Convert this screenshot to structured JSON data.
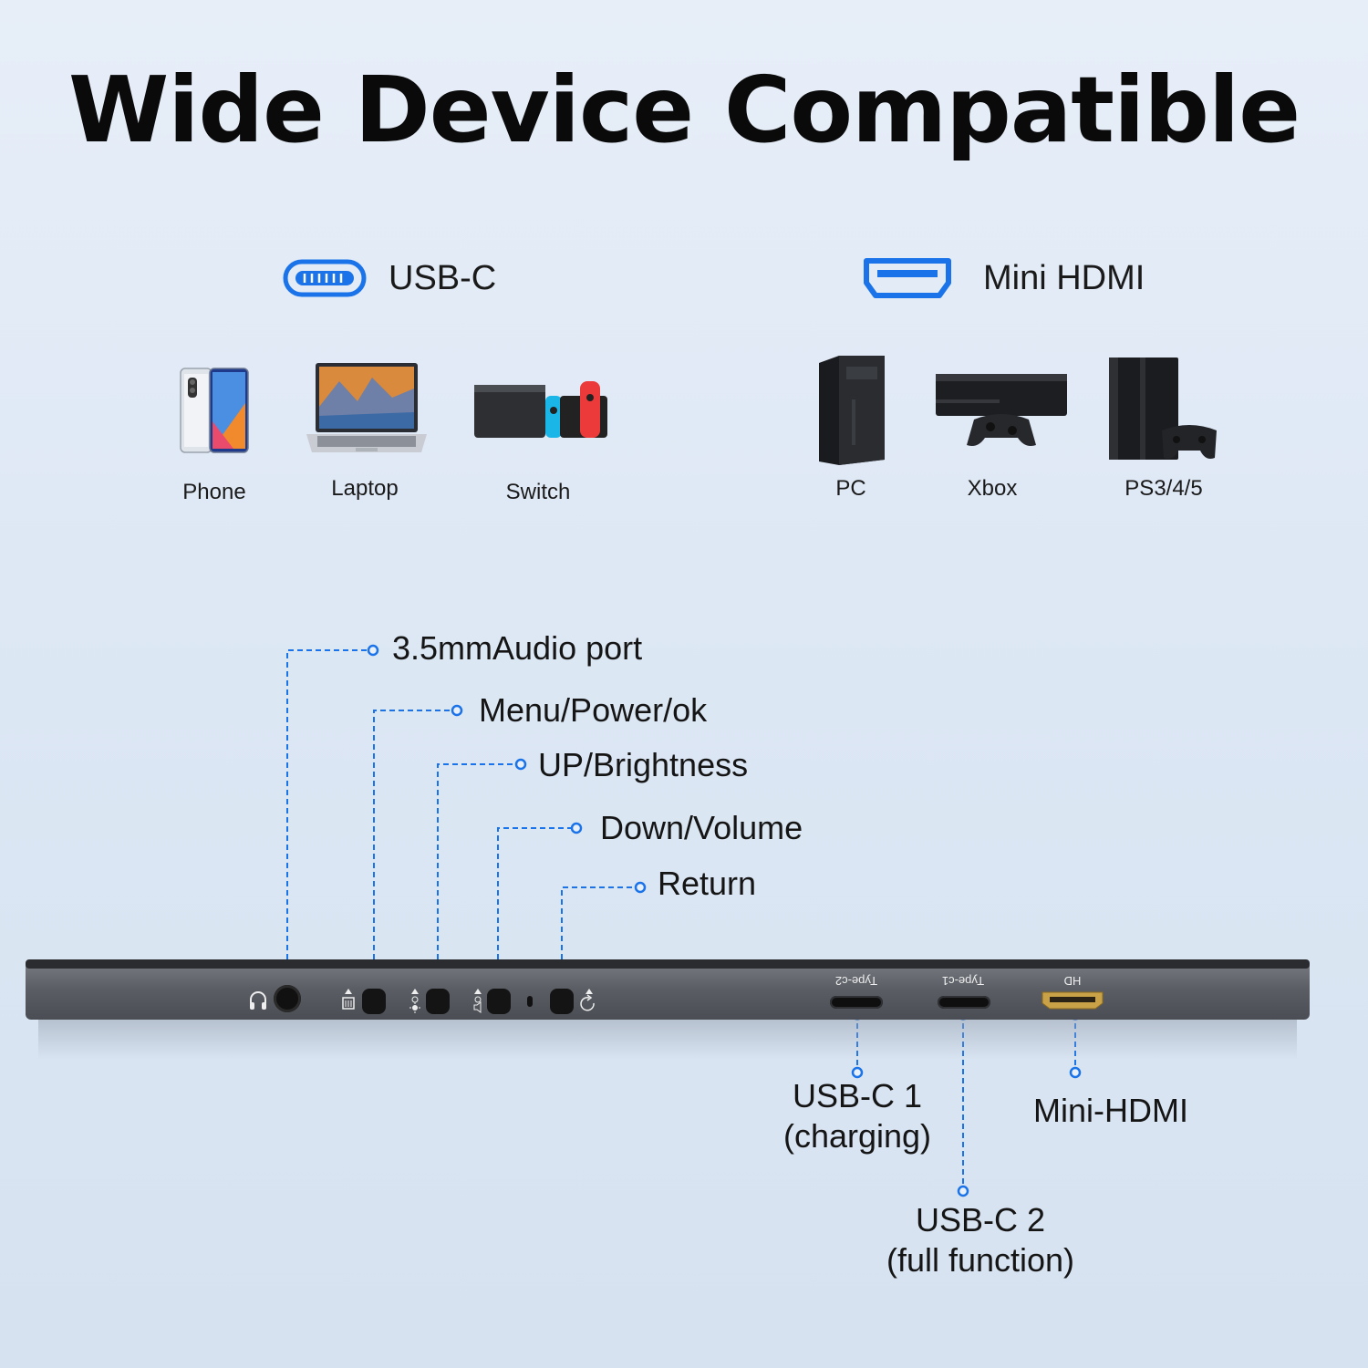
{
  "title": "Wide Device Compatible",
  "categories": {
    "usbc": {
      "label": "USB-C",
      "icon": "usb-c-port-icon"
    },
    "hdmi": {
      "label": "Mini HDMI",
      "icon": "hdmi-port-icon"
    }
  },
  "usbc_devices": [
    {
      "label": "Phone",
      "icon": "phone-icon"
    },
    {
      "label": "Laptop",
      "icon": "laptop-icon"
    },
    {
      "label": "Switch",
      "icon": "game-console-switch-icon"
    }
  ],
  "hdmi_devices": [
    {
      "label": "PC",
      "icon": "pc-tower-icon"
    },
    {
      "label": "Xbox",
      "icon": "xbox-icon"
    },
    {
      "label": "PS3/4/5",
      "icon": "playstation-icon"
    }
  ],
  "callouts": [
    "3.5mmAudio port",
    "Menu/Power/ok",
    "UP/Brightness",
    "Down/Volume",
    "Return"
  ],
  "ports": {
    "usbc1": {
      "line1": "USB-C 1",
      "line2": "(charging)",
      "engraving": "Type-c2"
    },
    "usbc2": {
      "line1": "USB-C 2",
      "line2": "(full function)",
      "engraving": "Type-c1"
    },
    "hdmi": {
      "line1": "Mini-HDMI",
      "engraving": "HD"
    }
  },
  "colors": {
    "accent": "#1a73e8",
    "device_body": "#5c6066",
    "background": "#dfe8f4"
  }
}
